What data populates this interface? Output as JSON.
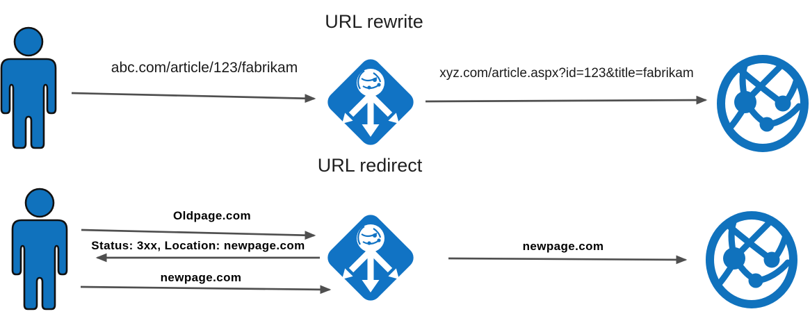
{
  "colors": {
    "icon_blue": "#1072BD",
    "arrow_gray": "#4F4F4F",
    "text": "#1F1F1F"
  },
  "rewrite": {
    "title": "URL rewrite",
    "request_label": "abc.com/article/123/fabrikam",
    "rewritten_label": "xyz.com/article.aspx?id=123&title=fabrikam"
  },
  "redirect": {
    "title": "URL redirect",
    "request_label": "Oldpage.com",
    "response_label": "Status: 3xx, Location: newpage.com",
    "new_request_label": "newpage.com",
    "forward_label": "newpage.com"
  },
  "icons": {
    "client": "person-icon",
    "gateway": "application-gateway-icon",
    "web_app": "web-app-icon"
  }
}
